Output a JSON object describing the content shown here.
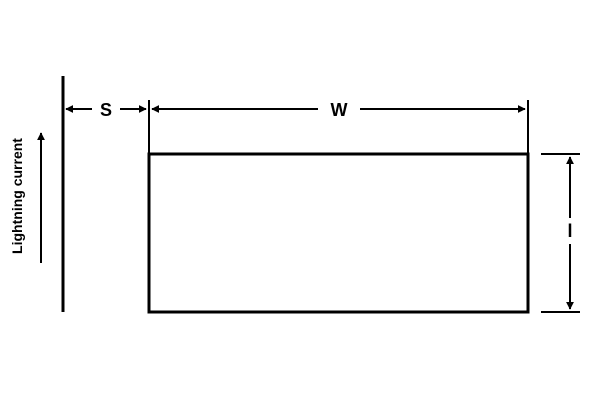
{
  "diagram": {
    "current_label": "Lightning current",
    "spacing_label": "S",
    "width_label": "W",
    "length_label": "l"
  },
  "colors": {
    "line": "#000000",
    "background": "#ffffff"
  }
}
